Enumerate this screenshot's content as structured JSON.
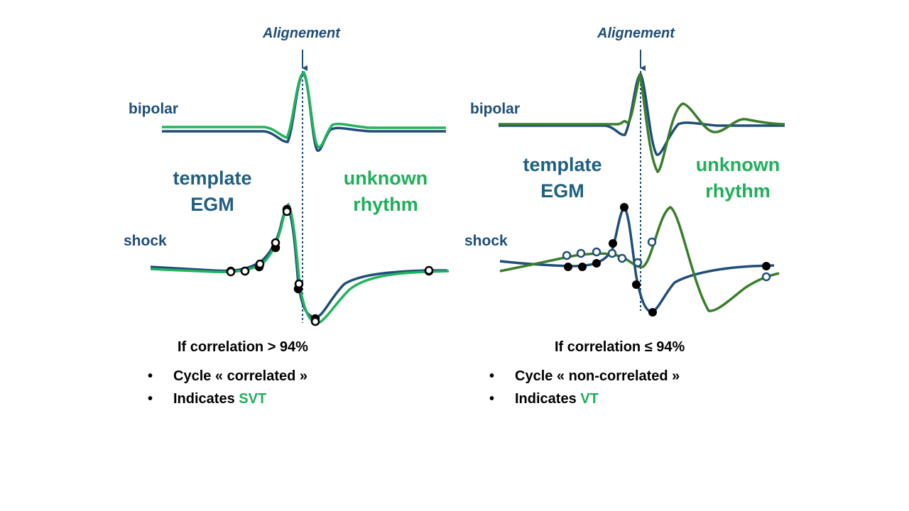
{
  "left": {
    "alignment_label": "Alignement",
    "bipolar_label": "bipolar",
    "shock_label": "shock",
    "template_label": [
      "template",
      "EGM"
    ],
    "unknown_label": [
      "unknown",
      "rhythm"
    ],
    "condition": "If correlation > 94%",
    "bullets": [
      {
        "prefix": "Cycle « correlated »",
        "highlight": ""
      },
      {
        "prefix": "Indicates ",
        "highlight": "SVT"
      }
    ]
  },
  "right": {
    "alignment_label": "Alignement",
    "bipolar_label": "bipolar",
    "shock_label": "shock",
    "template_label": [
      "template",
      "EGM"
    ],
    "unknown_label": [
      "unknown",
      "rhythm"
    ],
    "condition": "If correlation ≤ 94%",
    "bullets": [
      {
        "prefix": "Cycle « non-correlated »",
        "highlight": ""
      },
      {
        "prefix": "Indicates ",
        "highlight": "VT"
      }
    ]
  },
  "colors": {
    "template": "#1f4e79",
    "unknown_left": "#22b35e",
    "unknown_right": "#3a7d2c"
  }
}
